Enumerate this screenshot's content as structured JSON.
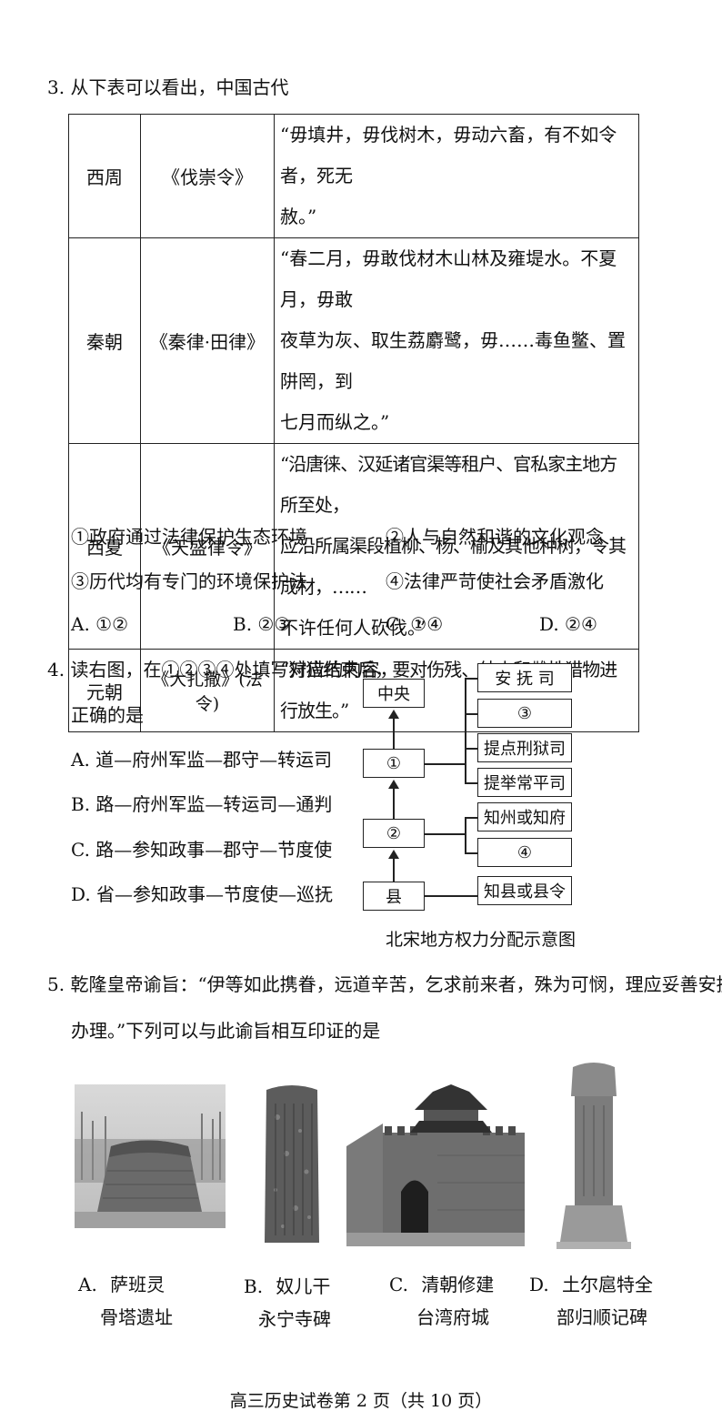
{
  "q3": {
    "stem": "3. 从下表可以看出，中国古代",
    "rows": [
      {
        "era": "西周",
        "law": "《伐崇令》",
        "text_lines": [
          "“毋填井，毋伐树木，毋动六畜，有不如令者，死无",
          "赦。”"
        ]
      },
      {
        "era": "秦朝",
        "law": "《秦律·田律》",
        "text_lines": [
          "“春二月，毋敢伐材木山林及雍堤水。不夏月，毋敢",
          "夜草为灰、取生荔麝鹭，毋……毒鱼鳖、置阱罔，到",
          "七月而纵之。”"
        ]
      },
      {
        "era": "西夏",
        "law": "《天盛律令》",
        "text_lines": [
          "“沿唐徕、汉延诸官渠等租户、官私家主地方所至处，",
          "应沿所属渠段植柳、杨、榆及其他种树，令其成材，……",
          "不许任何人砍伐。”"
        ]
      },
      {
        "era": "元朝",
        "law": "《大扎撒》(法令)",
        "text_lines": [
          "“狩猎结束后，要对伤残、幼小和雌性猎物进行放生。”"
        ]
      }
    ],
    "statements": [
      "①政府通过法律保护生态环境",
      "②人与自然和谐的文化观念",
      "③历代均有专门的环境保护法",
      "④法律严苛使社会矛盾激化"
    ],
    "choices": [
      "A. ①②",
      "B. ②③",
      "C. ①④",
      "D. ②④"
    ]
  },
  "q4": {
    "stem_line1": "4. 读右图，在①②③④处填写对应的内容，",
    "stem_line2": "正确的是",
    "choices": [
      "A. 道—府州军监—郡守—转运司",
      "B. 路—府州军监—转运司—通判",
      "C. 路—参知政事—郡守—节度使",
      "D. 省—参知政事—节度使—巡抚"
    ],
    "diagram": {
      "center": "中央",
      "level1": "①",
      "level2": "②",
      "county": "县",
      "level1_offices": [
        "安 抚 司",
        "③",
        "提点刑狱司",
        "提举常平司"
      ],
      "level2_offices": [
        "知州或知府",
        "④"
      ],
      "county_office": "知县或县令",
      "caption": "北宋地方权力分配示意图"
    }
  },
  "q5": {
    "stem_line1": "5. 乾隆皇帝谕旨：“伊等如此携眷，远道辛苦，乞求前来者，殊为可悯，理应妥善安抚",
    "stem_line2": "办理。”下列可以与此谕旨相互印证的是",
    "options": [
      {
        "letter": "A.",
        "line1": "萨班灵",
        "line2": "骨塔遗址"
      },
      {
        "letter": "B.",
        "line1": "奴儿干",
        "line2": "永宁寺碑"
      },
      {
        "letter": "C.",
        "line1": "清朝修建",
        "line2": "台湾府城"
      },
      {
        "letter": "D.",
        "line1": "土尔扈特全",
        "line2": "部归顺记碑"
      }
    ]
  },
  "footer": "高三历史试卷第 2 页（共 10 页）"
}
